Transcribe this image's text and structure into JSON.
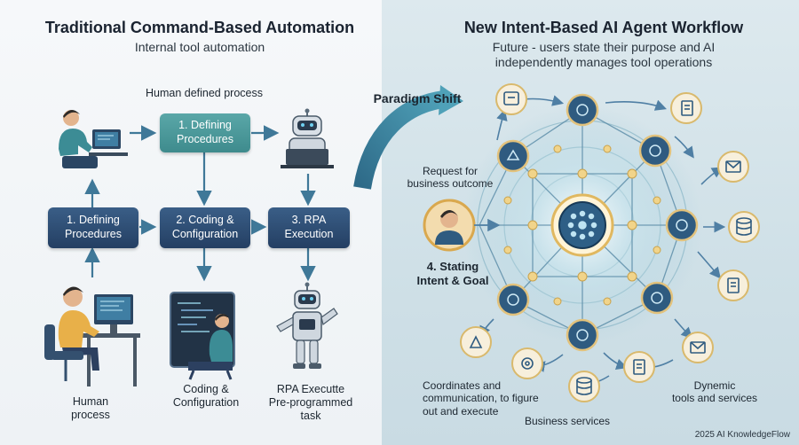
{
  "left": {
    "title": "Traditional Command-Based Automation",
    "subtitle": "Internal tool automation",
    "process_label": "Human defined process",
    "boxes": {
      "top": "1. Defining\nProcedures",
      "mid_left": "1. Defining\nProcedures",
      "mid_center": "2. Coding &\nConfiguration",
      "mid_right": "3. RPA\nExecution"
    },
    "captions": {
      "human": "Human\nprocess",
      "coding": "Coding &\nConfiguration",
      "rpa": "RPA Executte\nPre-programmed\ntask"
    }
  },
  "shift_label": "Paradigm Shift",
  "right": {
    "title": "New Intent-Based AI Agent Workflow",
    "subtitle": "Future - users state their purpose and AI\nindependently manages tool operations",
    "request_label": "Request for\nbusiness outcome",
    "intent_label": "4. Stating\nIntent & Goal",
    "coordinates_label": "Coordinates and\ncommunication, to figure\nout and execute",
    "business_label": "Business services",
    "dynamic_label": "Dynemic\ntools and services"
  },
  "footer": "2025 AI KnowledgeFlow",
  "colors": {
    "teal": "#4a9a9c",
    "navy": "#2c4b72",
    "accent": "#3f8fa3"
  }
}
